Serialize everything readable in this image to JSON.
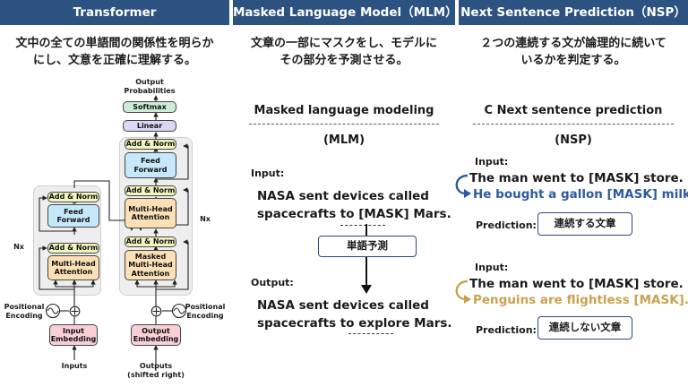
{
  "headers": {
    "transformer": "Transformer",
    "mlm": "Masked Language Model（MLM）",
    "nsp": "Next Sentence Prediction（NSP）"
  },
  "descriptions": {
    "transformer": [
      "文中の全ての単語間の関係性を明らか",
      "にし、文意を正確に理解する。"
    ],
    "mlm": [
      "文章の一部にマスクをし、モデルに",
      "その部分を予測させる。"
    ],
    "nsp": [
      "２つの連続する文が論理的に続いて",
      "いるかを判定する。"
    ]
  },
  "transformer_diagram": {
    "output_probabilities": [
      "Output",
      "Probabilities"
    ],
    "softmax": "Softmax",
    "linear": "Linear",
    "add_norm": "Add & Norm",
    "feed_forward": [
      "Feed",
      "Forward"
    ],
    "multi_head_attention": [
      "Multi-Head",
      "Attention"
    ],
    "masked_multi_head_attention": [
      "Masked",
      "Multi-Head",
      "Attention"
    ],
    "input_embedding": [
      "Input",
      "Embedding"
    ],
    "output_embedding": [
      "Output",
      "Embedding"
    ],
    "positional_encoding": [
      "Positional",
      "Encoding"
    ],
    "nx": "Nx",
    "inputs": "Inputs",
    "outputs": [
      "Outputs",
      "(shifted right)"
    ]
  },
  "mlm_panel": {
    "title": "Masked language modeling",
    "subtitle": "(MLM)",
    "input_label": "Input:",
    "input_text": [
      "NASA sent devices called",
      "spacecrafts to [MASK] Mars."
    ],
    "predict_box": "単語予測",
    "output_label": "Output:",
    "output_text": [
      "NASA sent devices called",
      "spacecrafts to explore Mars."
    ]
  },
  "nsp_panel": {
    "title": "C Next sentence prediction",
    "subtitle": "(NSP)",
    "example1": {
      "input_label": "Input:",
      "sentence1": "The man went to [MASK] store.",
      "sentence2": "He bought a gallon [MASK] milk.",
      "prediction_label": "Prediction:",
      "prediction": "連続する文章"
    },
    "example2": {
      "input_label": "Input:",
      "sentence1": "The man went to [MASK] store.",
      "sentence2": "Penguins are flightless [MASK].",
      "prediction_label": "Prediction:",
      "prediction": "連続しない文章"
    }
  },
  "colors": {
    "header_bg": "#2c5282",
    "add_norm": "#f1f6bf",
    "feed_forward": "#c6e8fb",
    "attention": "#fbe0b6",
    "embedding": "#f8d0d6",
    "linear": "#d9d7f4",
    "softmax": "#cdecd7",
    "continuous_sentence": "#2c5aa0",
    "non_continuous_sentence": "#c9a250"
  },
  "icons": [
    "plus-circle-icon",
    "sine-wave-icon",
    "curved-arrow-icon",
    "down-arrow-icon"
  ]
}
